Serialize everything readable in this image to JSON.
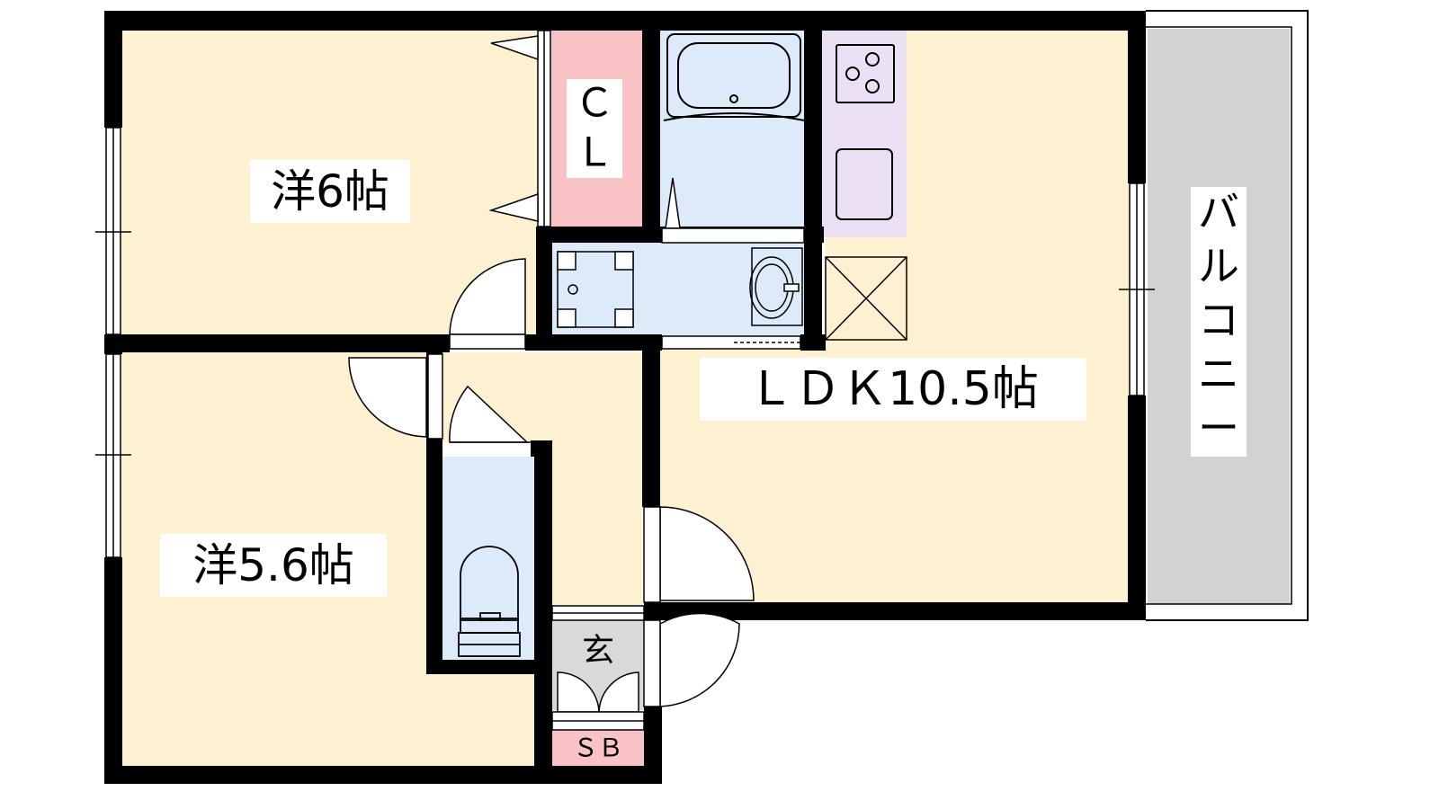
{
  "rooms": {
    "western_room_1": {
      "label": "洋6帖"
    },
    "western_room_2": {
      "label": "洋5.6帖"
    },
    "ldk": {
      "label": "ＬＤＫ10.5帖"
    },
    "closet": {
      "label_line1": "Ｃ",
      "label_line2": "Ｌ"
    },
    "balcony": {
      "label_chars": [
        "バ",
        "ル",
        "コ",
        "ニ",
        "ー"
      ]
    },
    "entrance": {
      "label": "玄"
    },
    "shoe_box": {
      "label": "ＳＢ"
    }
  },
  "colors": {
    "room_floor": "#fdf1d2",
    "wet_area": "#dceaf9",
    "kitchen": "#ebdff3",
    "closet": "#f9c3c6",
    "shoe_box": "#f9c3c6",
    "entrance": "#d9d9d9",
    "balcony": "#d2d2d2",
    "wall": "#000000"
  }
}
